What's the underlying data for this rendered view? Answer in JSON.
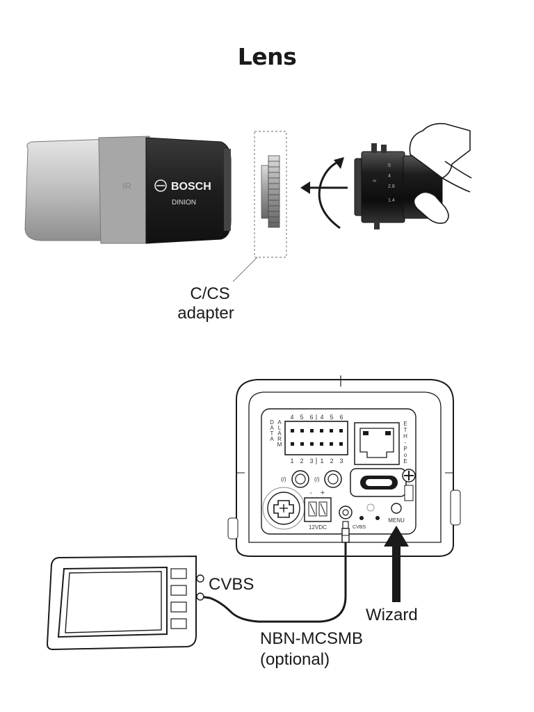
{
  "title": "Lens",
  "labels": {
    "adapter_line1": "C/CS",
    "adapter_line2": "adapter",
    "cvbs": "CVBS",
    "wizard": "Wizard",
    "cable_line1": "NBN-MCSMB",
    "cable_line2": "(optional)"
  },
  "camera": {
    "brand": "BOSCH",
    "model": "DINION"
  },
  "rear_panel": {
    "data_label": "DATA",
    "alarm_label": "ALARM",
    "eth_label": "ETH-PoE",
    "top_pins": [
      "4",
      "5",
      "6",
      "4",
      "5",
      "6"
    ],
    "bottom_pins": [
      "1",
      "2",
      "3",
      "1",
      "2",
      "3"
    ],
    "power_label": "12VDC",
    "power_minus": "-",
    "power_plus": "+",
    "cvbs_port": "CVBS",
    "menu_label": "MENU"
  },
  "colors": {
    "line": "#1a1a1a",
    "camera_body": "#bfbfbf",
    "camera_front": "#2a2a2a"
  }
}
